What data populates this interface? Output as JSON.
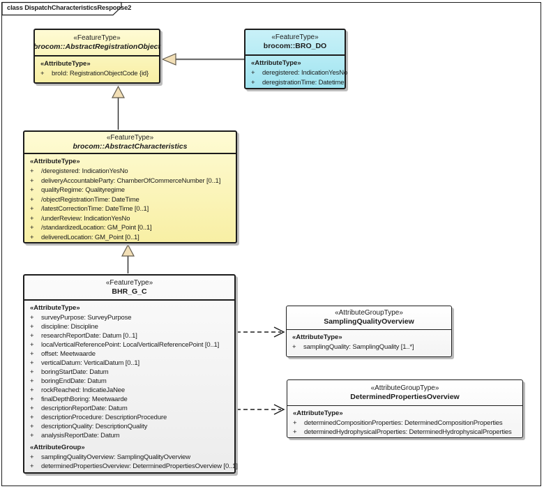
{
  "frame": {
    "tab_label": "class DispatchCharacteristicsResponse2"
  },
  "colors": {
    "class_yellow": "#F8EFA4",
    "class_cyan": "#A9E7F2",
    "class_gray": "#F0F0F0",
    "class_white": "#FFFFFF",
    "arrowhead_fill": "#F2DFB6",
    "shadow": "#BCBCBC",
    "border": "#1C1C1C"
  },
  "boxes": {
    "abstract_registration_object": {
      "stereotype": "«FeatureType»",
      "name": "brocom::AbstractRegistrationObject",
      "attr_heading": "«AttributeType»",
      "attributes": [
        {
          "vis": "+",
          "text": "broId: RegistrationObjectCode {id}"
        }
      ]
    },
    "bro_do": {
      "stereotype": "«FeatureType»",
      "name": "brocom::BRO_DO",
      "attr_heading": "«AttributeType»",
      "attributes": [
        {
          "vis": "+",
          "text": "deregistered: IndicationYesNo"
        },
        {
          "vis": "+",
          "text": "deregistrationTime: Datetime"
        }
      ]
    },
    "abstract_characteristics": {
      "stereotype": "«FeatureType»",
      "name": "brocom::AbstractCharacteristics",
      "attr_heading": "«AttributeType»",
      "attributes": [
        {
          "vis": "+",
          "text": "/deregistered: IndicationYesNo"
        },
        {
          "vis": "+",
          "text": "deliveryAccountableParty: ChamberOfCommerceNumber [0..1]"
        },
        {
          "vis": "+",
          "text": "qualityRegime: Qualityregime"
        },
        {
          "vis": "+",
          "text": "/objectRegistrationTime: DateTime"
        },
        {
          "vis": "+",
          "text": "/latestCorrectionTime: DateTime [0..1]"
        },
        {
          "vis": "+",
          "text": "/underReview: IndicationYesNo"
        },
        {
          "vis": "+",
          "text": "/standardizedLocation: GM_Point [0..1]"
        },
        {
          "vis": "+",
          "text": "deliveredLocation: GM_Point [0..1]"
        }
      ]
    },
    "bhr_g_c": {
      "stereotype": "«FeatureType»",
      "name": "BHR_G_C",
      "attr_heading": "«AttributeType»",
      "attributes": [
        {
          "vis": "+",
          "text": "surveyPurpose: SurveyPurpose"
        },
        {
          "vis": "+",
          "text": "discipline: Discipline"
        },
        {
          "vis": "+",
          "text": "researchReportDate: Datum [0..1]"
        },
        {
          "vis": "+",
          "text": "localVerticalReferencePoint: LocalVerticalReferencePoint [0..1]"
        },
        {
          "vis": "+",
          "text": "offset: Meetwaarde"
        },
        {
          "vis": "+",
          "text": "verticalDatum: VerticalDatum [0..1]"
        },
        {
          "vis": "+",
          "text": "boringStartDate: Datum"
        },
        {
          "vis": "+",
          "text": "boringEndDate: Datum"
        },
        {
          "vis": "+",
          "text": "rockReached: IndicatieJaNee"
        },
        {
          "vis": "+",
          "text": "finalDepthBoring: Meetwaarde"
        },
        {
          "vis": "+",
          "text": "descriptionReportDate: Datum"
        },
        {
          "vis": "+",
          "text": "descriptionProcedure: DescriptionProcedure"
        },
        {
          "vis": "+",
          "text": "descriptionQuality: DescriptionQuality"
        },
        {
          "vis": "+",
          "text": "analysisReportDate: Datum"
        }
      ],
      "group_heading": "«AttributeGroup»",
      "group_attributes": [
        {
          "vis": "+",
          "text": "samplingQualityOverview: SamplingQualityOverview"
        },
        {
          "vis": "+",
          "text": "determinedPropertiesOverview: DeterminedPropertiesOverview [0..1]"
        }
      ]
    },
    "sampling_quality_overview": {
      "stereotype": "«AttributeGroupType»",
      "name": "SamplingQualityOverview",
      "attr_heading": "«AttributeType»",
      "attributes": [
        {
          "vis": "+",
          "text": "samplingQuality: SamplingQuality [1..*]"
        }
      ]
    },
    "determined_properties_overview": {
      "stereotype": "«AttributeGroupType»",
      "name": "DeterminedPropertiesOverview",
      "attr_heading": "«AttributeType»",
      "attributes": [
        {
          "vis": "+",
          "text": "determinedCompositionProperties: DeterminedCompositionProperties"
        },
        {
          "vis": "+",
          "text": "determinedHydrophysicalProperties: DeterminedHydrophysicalProperties"
        }
      ]
    }
  },
  "relations": [
    {
      "type": "generalization",
      "from": "brocom::BRO_DO",
      "to": "brocom::AbstractRegistrationObject"
    },
    {
      "type": "generalization",
      "from": "brocom::AbstractCharacteristics",
      "to": "brocom::AbstractRegistrationObject"
    },
    {
      "type": "generalization",
      "from": "BHR_G_C",
      "to": "brocom::AbstractCharacteristics"
    },
    {
      "type": "dependency",
      "from": "BHR_G_C",
      "to": "SamplingQualityOverview"
    },
    {
      "type": "dependency",
      "from": "BHR_G_C",
      "to": "DeterminedPropertiesOverview"
    }
  ]
}
